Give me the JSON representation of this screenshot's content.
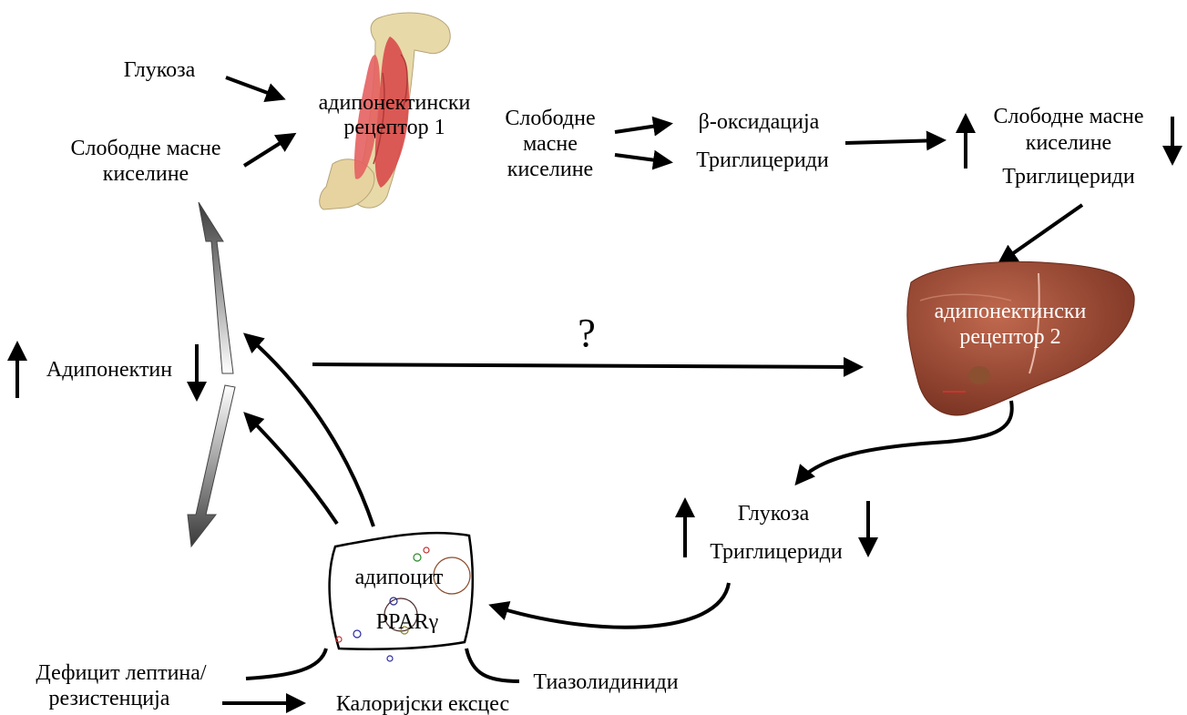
{
  "muscle": {
    "receptor_line1": "адипонектински",
    "receptor_line2": "рецептор 1"
  },
  "liver": {
    "receptor_line1": "адипонектински",
    "receptor_line2": "рецептор 2"
  },
  "inputs": {
    "glucose": "Глукоза",
    "ffa_line1": "Слободне масне",
    "ffa_line2": "киселине"
  },
  "muscle_output": {
    "ffa_line1": "Слободне",
    "ffa_line2": "масне",
    "ffa_line3": "киселине",
    "beta_oxidation": "β-оксидација",
    "triglycerides": "Триглицериди"
  },
  "plasma": {
    "ffa_line1": "Слободне масне",
    "ffa_line2": "киселине",
    "triglycerides": "Триглицериди"
  },
  "adiponectin": "Адипонектин",
  "unknown_mark": "?",
  "liver_output": {
    "glucose": "Глукоза",
    "triglycerides": "Триглицериди"
  },
  "adipocyte": {
    "label": "адипоцит",
    "ppar": "PPARγ"
  },
  "factors": {
    "leptin_line1": "Дефицит лептина/",
    "leptin_line2": "резистенција",
    "caloric_excess": "Калоријски ексцес",
    "tzd": "Тиазолидиниди"
  },
  "colors": {
    "muscle_red": "#d84a4a",
    "bone": "#e8d9a8",
    "liver": "#9e4632",
    "gradient_dark": "#3a3a3a"
  }
}
